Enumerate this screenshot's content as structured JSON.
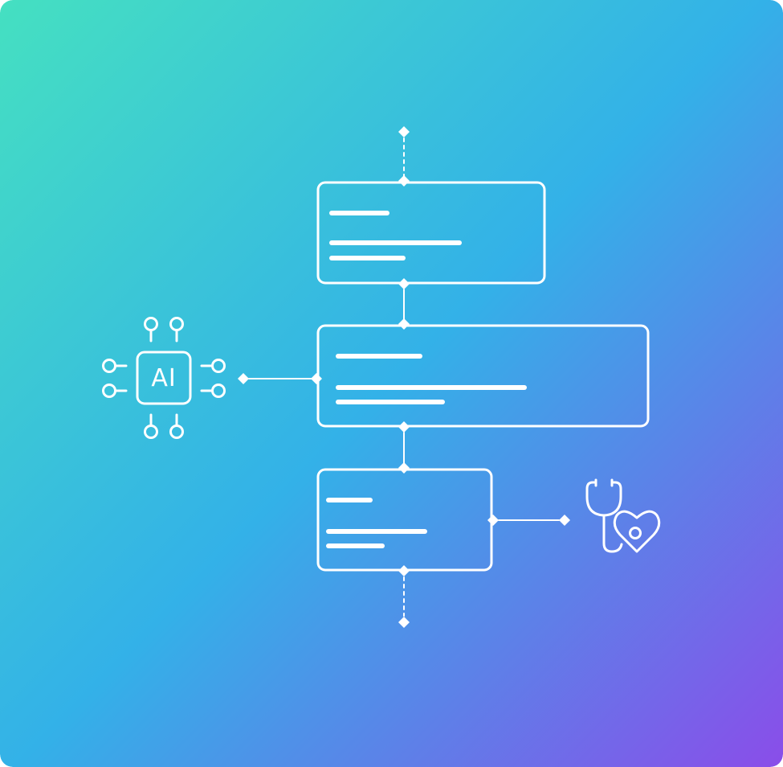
{
  "colors": {
    "gradient_start": "#45e0c1",
    "gradient_mid": "#33b1e8",
    "gradient_end": "#8a4de9",
    "stroke": "#ffffff"
  },
  "icons": {
    "ai_chip": {
      "name": "ai-chip-icon",
      "label": "AI"
    },
    "health": {
      "name": "stethoscope-heart-icon"
    }
  },
  "flow_boxes": [
    {
      "name": "flow-box-top",
      "text_lines": 3
    },
    {
      "name": "flow-box-middle",
      "text_lines": 3
    },
    {
      "name": "flow-box-bottom",
      "text_lines": 3
    }
  ]
}
